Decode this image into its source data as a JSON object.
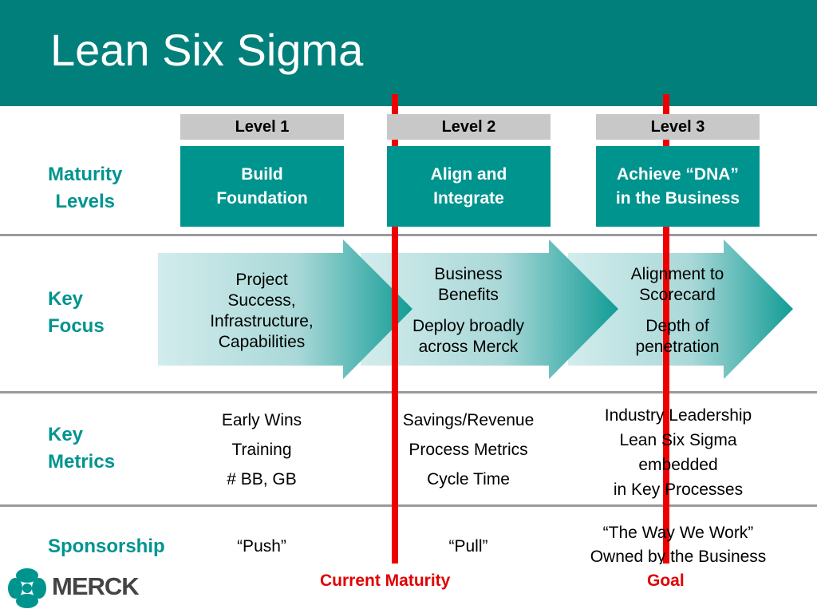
{
  "title": "Lean Six Sigma",
  "levels": [
    {
      "tab": "Level 1",
      "name": "Build\nFoundation"
    },
    {
      "tab": "Level 2",
      "name": "Align and\nIntegrate"
    },
    {
      "tab": "Level 3",
      "name": "Achieve “DNA”\nin the Business"
    }
  ],
  "rows": {
    "maturity": "Maturity\nLevels",
    "focus": "Key\nFocus",
    "metrics": "Key\nMetrics",
    "sponsorship": "Sponsorship"
  },
  "focus": [
    {
      "line1": "Project\nSuccess,\nInfrastructure,\nCapabilities",
      "line2": ""
    },
    {
      "line1": "Business\nBenefits",
      "line2": "Deploy broadly\nacross Merck"
    },
    {
      "line1": "Alignment to\nScorecard",
      "line2": "Depth of\npenetration"
    }
  ],
  "metrics": [
    [
      "Early Wins",
      "Training",
      "# BB, GB"
    ],
    [
      "Savings/Revenue",
      "Process Metrics",
      "Cycle Time"
    ],
    "Industry Leadership\nLean Six Sigma\nembedded\nin Key Processes"
  ],
  "sponsorship": [
    "“Push”",
    "“Pull”",
    "“The Way We Work”\nOwned by the Business"
  ],
  "markers": {
    "current": "Current Maturity",
    "goal": "Goal"
  },
  "logo": "MERCK",
  "colors": {
    "header": "#007f7b",
    "teal": "#00948f",
    "marker": "#ee0000",
    "tab": "#c8c8c8"
  }
}
